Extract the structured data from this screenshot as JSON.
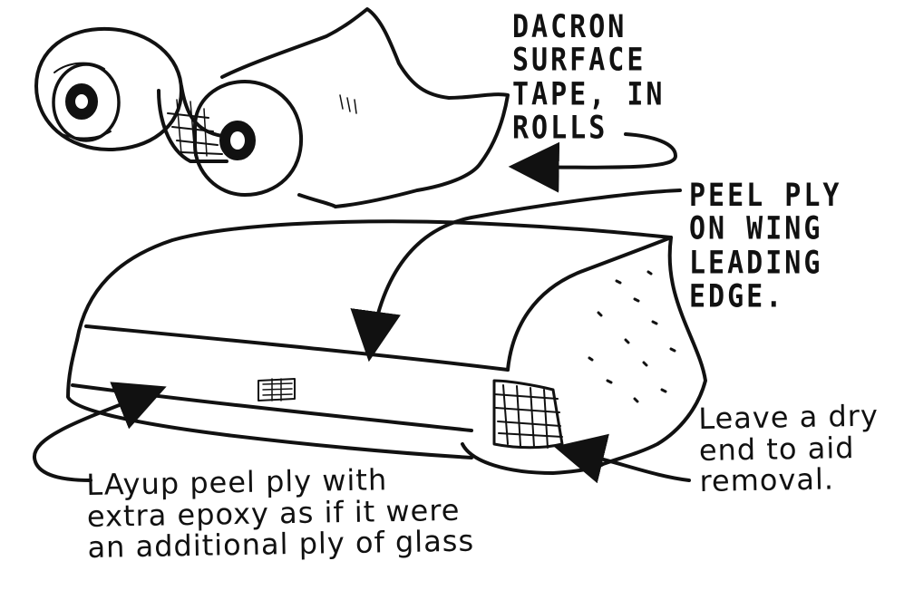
{
  "labels": {
    "dacron": [
      "DACRON",
      "SURFACE",
      "TAPE, IN",
      "ROLLS"
    ],
    "peel_ply": [
      "PEEL PLY",
      "ON WING",
      "LEADING",
      "EDGE."
    ],
    "leave_dry": [
      "Leave a dry",
      "end to aid",
      "removal."
    ],
    "layup": [
      "LAyup peel ply with",
      "extra epoxy as if it were",
      "an additional ply of glass"
    ]
  },
  "colors": {
    "ink": "#111111",
    "paper": "#ffffff"
  }
}
